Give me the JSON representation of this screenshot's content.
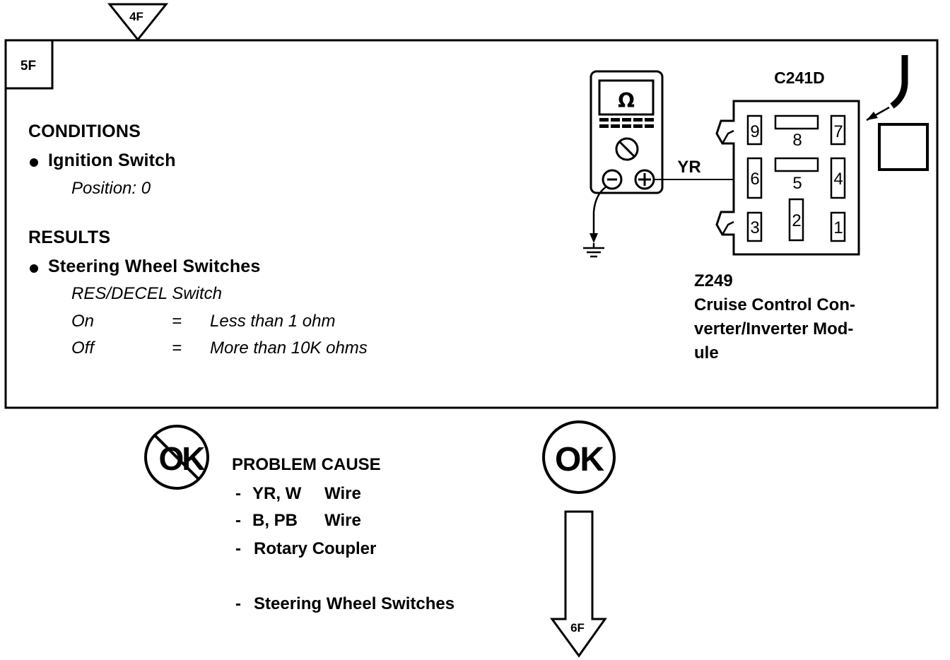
{
  "step": {
    "entry_marker": "4F",
    "id": "5F",
    "exit_marker": "6F"
  },
  "conditions": {
    "heading": "CONDITIONS",
    "items": [
      {
        "label": "Ignition Switch",
        "detail": "Position: 0"
      }
    ]
  },
  "results": {
    "heading": "RESULTS",
    "items": [
      {
        "label": "Steering Wheel Switches",
        "detail": "RES/DECEL Switch",
        "rows": [
          {
            "state": "On",
            "eq": "=",
            "value": "Less than 1 ohm"
          },
          {
            "state": "Off",
            "eq": "=",
            "value": "More than 10K ohms"
          }
        ]
      }
    ]
  },
  "meter": {
    "symbol": "Ω",
    "neg": "⊖",
    "pos": "⊕"
  },
  "wire_label": "YR",
  "connector": {
    "id": "C241D",
    "pins": [
      "9",
      "8",
      "7",
      "6",
      "5",
      "4",
      "3",
      "2",
      "1"
    ]
  },
  "module": {
    "id": "Z249",
    "name_lines": [
      "Cruise Control Con-",
      "verter/Inverter Mod-",
      "ule"
    ]
  },
  "not_ok": {
    "badge": "OK",
    "heading": "PROBLEM CAUSE",
    "causes": [
      {
        "dash": "-",
        "name": "YR, W",
        "type": "Wire"
      },
      {
        "dash": "-",
        "name": "B, PB",
        "type": "Wire"
      },
      {
        "dash": "-",
        "name": "Rotary Coupler",
        "type": ""
      },
      {
        "dash": "-",
        "name": "Steering Wheel Switches",
        "type": ""
      }
    ]
  },
  "ok": {
    "badge": "OK"
  }
}
